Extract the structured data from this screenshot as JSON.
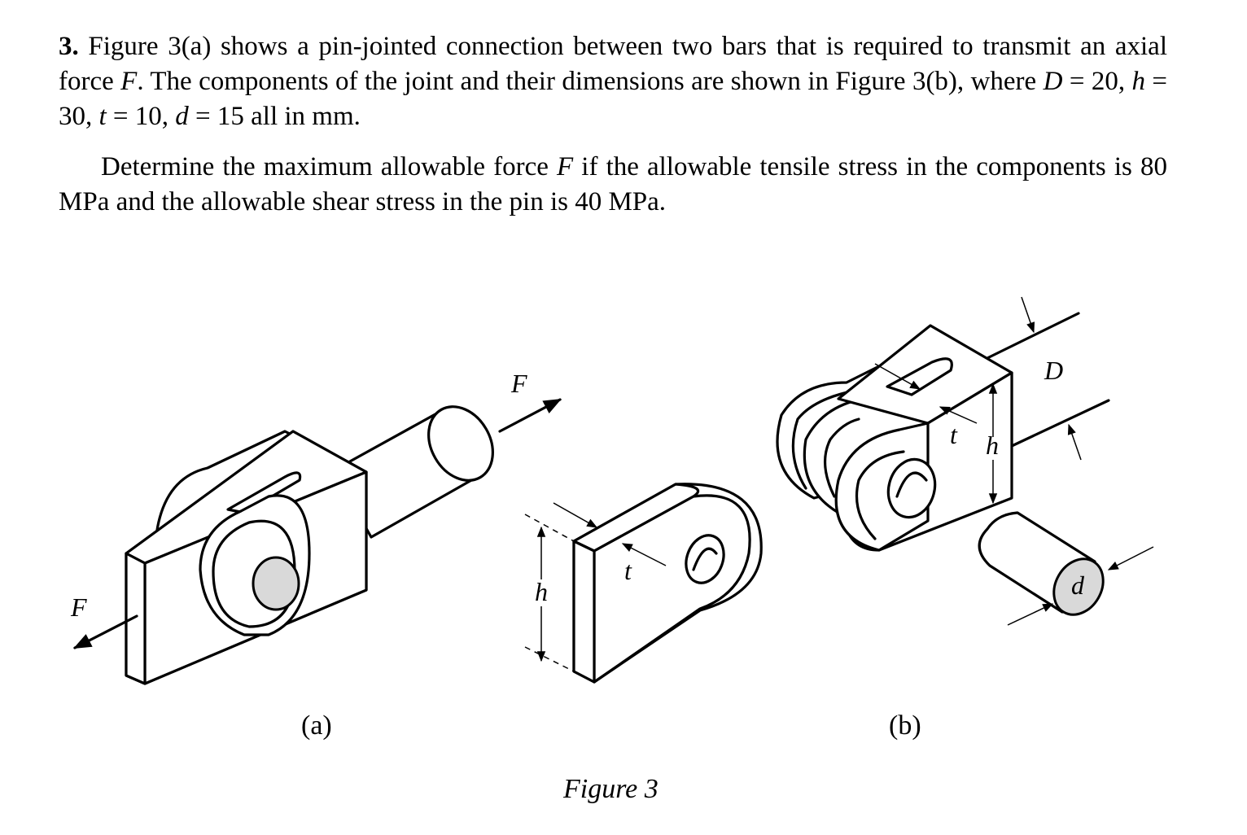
{
  "problem": {
    "number": "3.",
    "p1_a": "Figure 3(a) shows a pin-jointed connection between two bars that is required to transmit an axial force ",
    "F": "F",
    "p1_b": ". The components of the joint and their dimensions are shown in Figure 3(b), where ",
    "D": "D",
    "eq_D": " = 20, ",
    "h": "h",
    "eq_h": " = 30, ",
    "t": "t",
    "eq_t": " = 10, ",
    "d": "d",
    "eq_d": " = 15 all in mm.",
    "p2_a": "Determine the maximum allowable force ",
    "p2_F": "F",
    "p2_b": " if the allowable tensile stress in the components is 80 MPa and the allowable shear stress in the pin is 40 MPa."
  },
  "figure": {
    "labels": {
      "F_left": "F",
      "F_top": "F",
      "h_mid": "h",
      "t_mid": "t",
      "t_right": "t",
      "h_right": "h",
      "D": "D",
      "d": "d"
    },
    "sub_a": "(a)",
    "sub_b": "(b)",
    "caption": "Figure 3",
    "pin_fill": "#d9d9d9"
  }
}
